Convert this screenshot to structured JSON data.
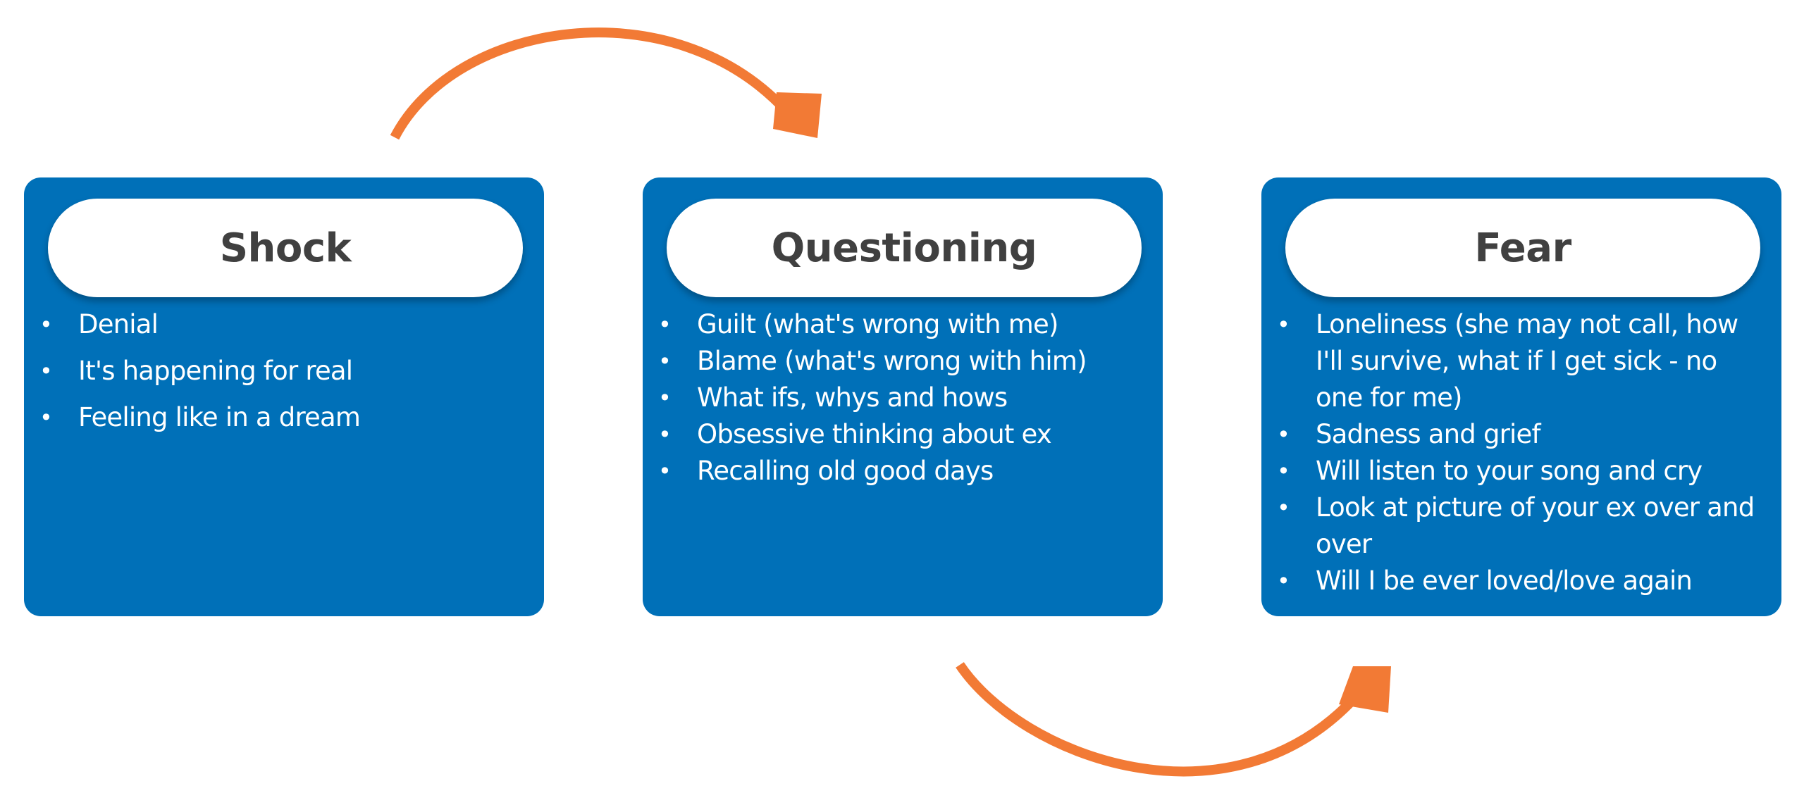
{
  "colors": {
    "card": "#0070b8",
    "arrow": "#f27a35",
    "title_text": "#404040",
    "bullet_text": "#ffffff"
  },
  "stages": [
    {
      "title": "Shock",
      "items": [
        "Denial",
        "It's happening for real",
        "Feeling like in a dream"
      ]
    },
    {
      "title": "Questioning",
      "items": [
        "Guilt (what's wrong with me)",
        "Blame (what's wrong with him)",
        "What ifs, whys and hows",
        "Obsessive thinking about ex",
        "Recalling old good days"
      ]
    },
    {
      "title": "Fear",
      "items": [
        "Loneliness (she may not call, how I'll survive, what if I get sick - no one for me)",
        "Sadness and grief",
        "Will listen to your song and cry",
        "Look at picture of your ex over and over",
        "Will I be ever loved/love again"
      ]
    }
  ],
  "connectors": [
    {
      "from": "Shock",
      "to": "Questioning",
      "icon": "curved-arrow-icon"
    },
    {
      "from": "Questioning",
      "to": "Fear",
      "icon": "curved-arrow-icon"
    }
  ]
}
